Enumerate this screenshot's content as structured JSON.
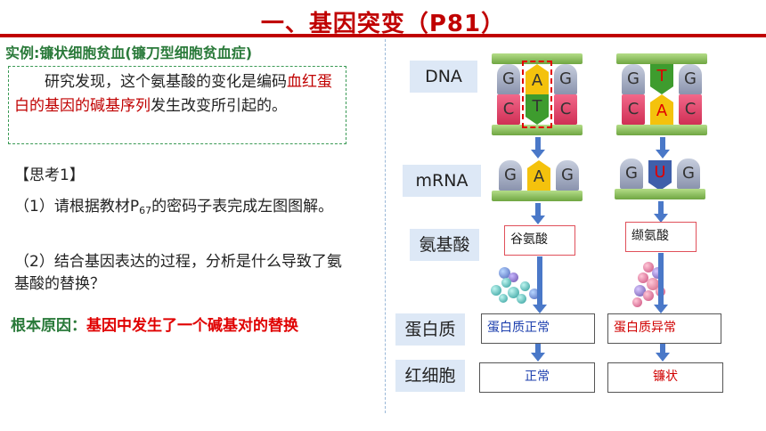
{
  "title": "一、基因突变（P81）",
  "case_label": "实例:镰状细胞贫血(镰刀型细胞贫血症)",
  "note": {
    "part1": "研究发现，这个氨基酸的变化是编码",
    "highlight": "血红蛋白的基因的碱基序列",
    "part2": "发生改变所引起的。"
  },
  "think": {
    "heading": "【思考1】",
    "q1_before": "（1）请根据教材P",
    "q1_sub": "67",
    "q1_after": "的密码子表完成左图图解。",
    "q2": "（2）结合基因表达的过程，分析是什么导致了氨基酸的替换？"
  },
  "root_cause": {
    "label": "根本原因：",
    "text": "基因中发生了一个碱基对的替换"
  },
  "row_labels": {
    "dna": "DNA",
    "mrna": "mRNA",
    "amino": "氨基酸",
    "protein": "蛋白质",
    "rbc": "红细胞"
  },
  "normal": {
    "dna_top": [
      "G",
      "A",
      "G"
    ],
    "dna_bottom": [
      "C",
      "T",
      "C"
    ],
    "mrna": [
      "G",
      "A",
      "G"
    ],
    "amino_acid": "谷氨酸",
    "protein": "蛋白质正常",
    "cell": "正常"
  },
  "mutant": {
    "dna_top": [
      "G",
      "T",
      "G"
    ],
    "dna_bottom": [
      "C",
      "A",
      "C"
    ],
    "mrna": [
      "G",
      "U",
      "G"
    ],
    "amino_acid": "缬氨酸",
    "protein": "蛋白质异常",
    "cell": "镰状"
  },
  "colors": {
    "title_red": "#c00000",
    "green": "#2a7a3a",
    "arrow_blue": "#4a78c8",
    "label_bg": "#dde8f6"
  }
}
